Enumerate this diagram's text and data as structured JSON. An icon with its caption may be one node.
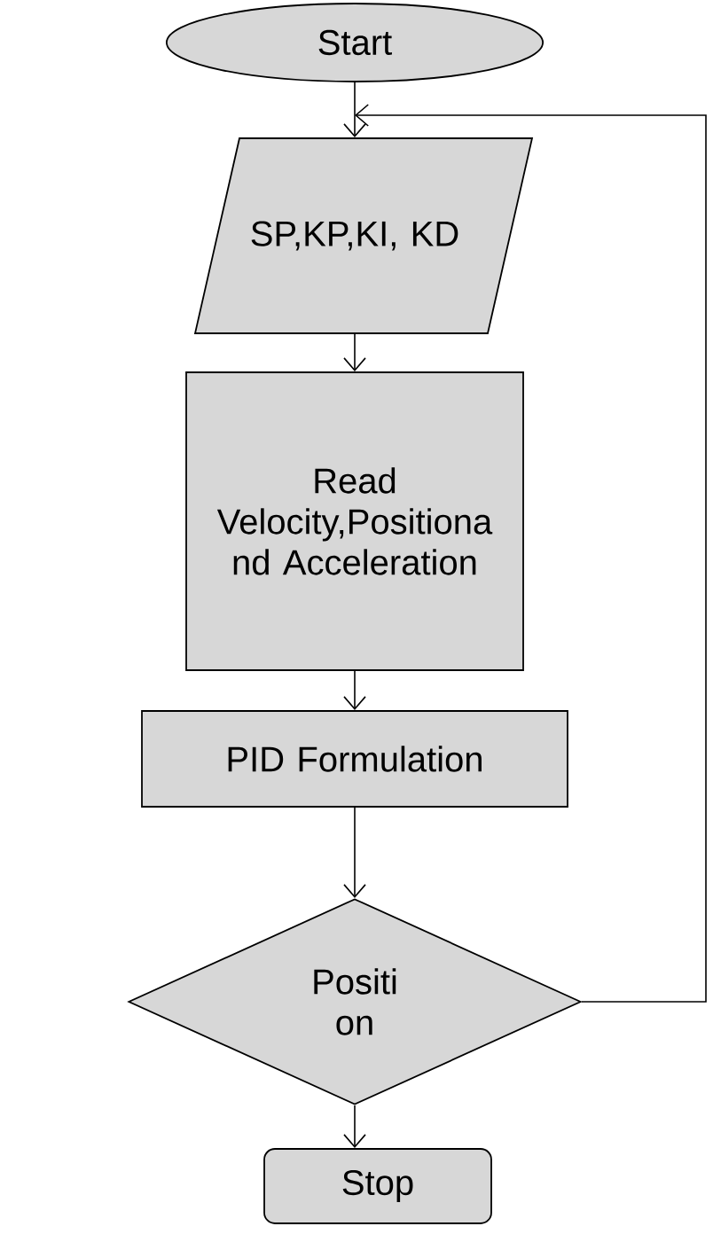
{
  "diagram": {
    "nodes": [
      {
        "text": [
          "Start"
        ]
      },
      {
        "text": [
          "SP,KP,KI, KD"
        ]
      },
      {
        "text": [
          "Read Velocity,Positiona nd Acceleration"
        ]
      },
      {
        "text": [
          "PID Formulation"
        ]
      },
      {
        "text": [
          "Positi on"
        ]
      },
      {
        "text": [
          "Stop"
        ]
      }
    ],
    "edges": [
      {
        "from": 0,
        "to": 1,
        "arrow": "to"
      },
      {
        "from": 1,
        "to": 2,
        "arrow": "to"
      },
      {
        "from": 2,
        "to": 3,
        "arrow": "to"
      },
      {
        "from": 3,
        "to": 4,
        "arrow": "to"
      },
      {
        "from": 4,
        "to": 5,
        "arrow": "to"
      },
      {
        "from": 4,
        "to": 1,
        "arrow": "to"
      }
    ]
  }
}
